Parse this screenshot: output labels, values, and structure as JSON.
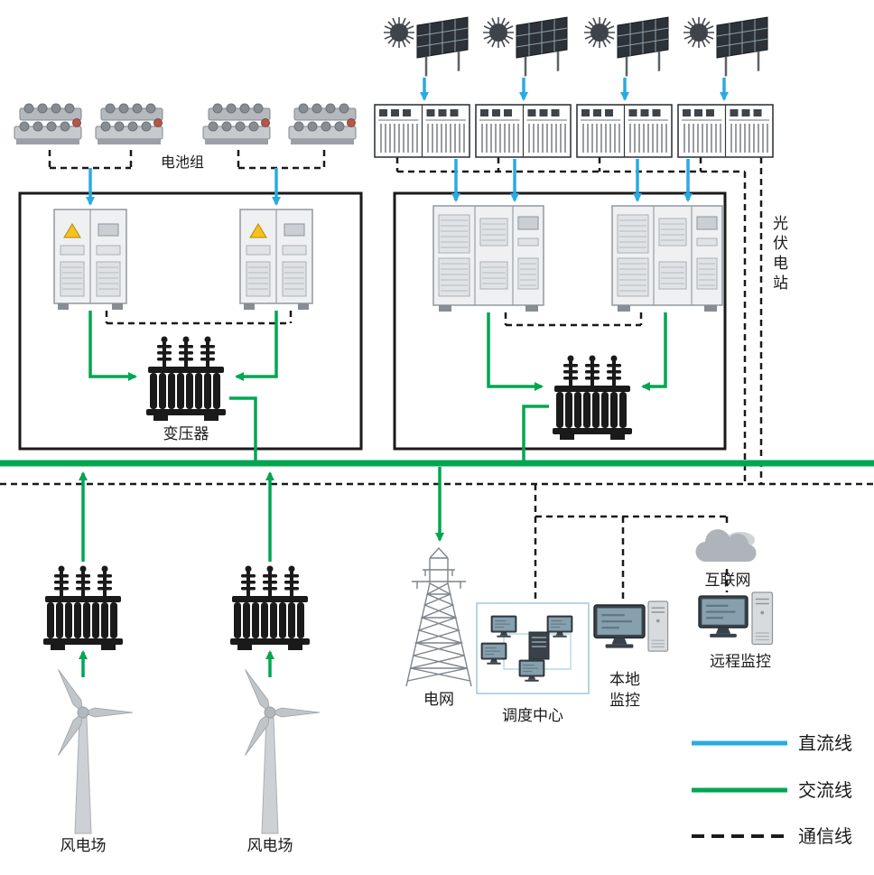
{
  "colors": {
    "dc_line": "#29abe2",
    "ac_line": "#00a651",
    "comm_line": "#1a1a1a",
    "dispatch_box_border": "#9ec7de"
  },
  "nodes": {
    "battery_group": "电池组",
    "transformer": "变压器",
    "pv_station": "光伏电站",
    "wind_farm_left": "风电场",
    "wind_farm_right": "风电场",
    "grid": "电网",
    "dispatch_center": "调度中心",
    "local_monitoring_lines": [
      "本地",
      "监控"
    ],
    "internet": "互联网",
    "remote_monitoring": "远程监控"
  },
  "legend": {
    "items": [
      {
        "label": "直流线",
        "style": "dc"
      },
      {
        "label": "交流线",
        "style": "ac"
      },
      {
        "label": "通信线",
        "style": "comm"
      }
    ]
  },
  "icons": [
    "battery-icon",
    "solar-panel-icon",
    "combiner-box-icon",
    "converter-cabinet-icon",
    "pv-inverter-cabinet-icon",
    "transformer-icon",
    "wind-turbine-icon",
    "transmission-tower-icon",
    "monitor-icon",
    "server-icon",
    "pc-tower-icon",
    "internet-cloud-icon"
  ]
}
